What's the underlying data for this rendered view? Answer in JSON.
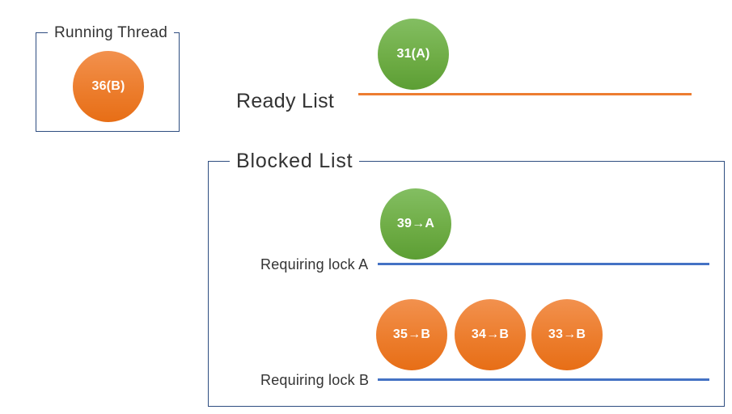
{
  "colors": {
    "orange_accent": "#ED7D31",
    "green_accent": "#70AD47",
    "queue_line_blue": "#4472C4",
    "frame_border_navy": "#2E4D80",
    "text_dark": "#333333"
  },
  "running_thread": {
    "title": "Running Thread",
    "thread": {
      "id": "36(B)",
      "color": "orange"
    }
  },
  "ready_list": {
    "title": "Ready List",
    "line_color": "#ED7D31",
    "threads": [
      {
        "id": "31(A)",
        "color": "green"
      }
    ]
  },
  "blocked_list": {
    "title": "Blocked List",
    "queues": [
      {
        "label": "Requiring lock A",
        "line_color": "#4472C4",
        "threads": [
          {
            "id": "39→A",
            "color": "green"
          }
        ]
      },
      {
        "label": "Requiring lock B",
        "line_color": "#4472C4",
        "threads": [
          {
            "id": "35→B",
            "color": "orange"
          },
          {
            "id": "34→B",
            "color": "orange"
          },
          {
            "id": "33→B",
            "color": "orange"
          }
        ]
      }
    ]
  }
}
